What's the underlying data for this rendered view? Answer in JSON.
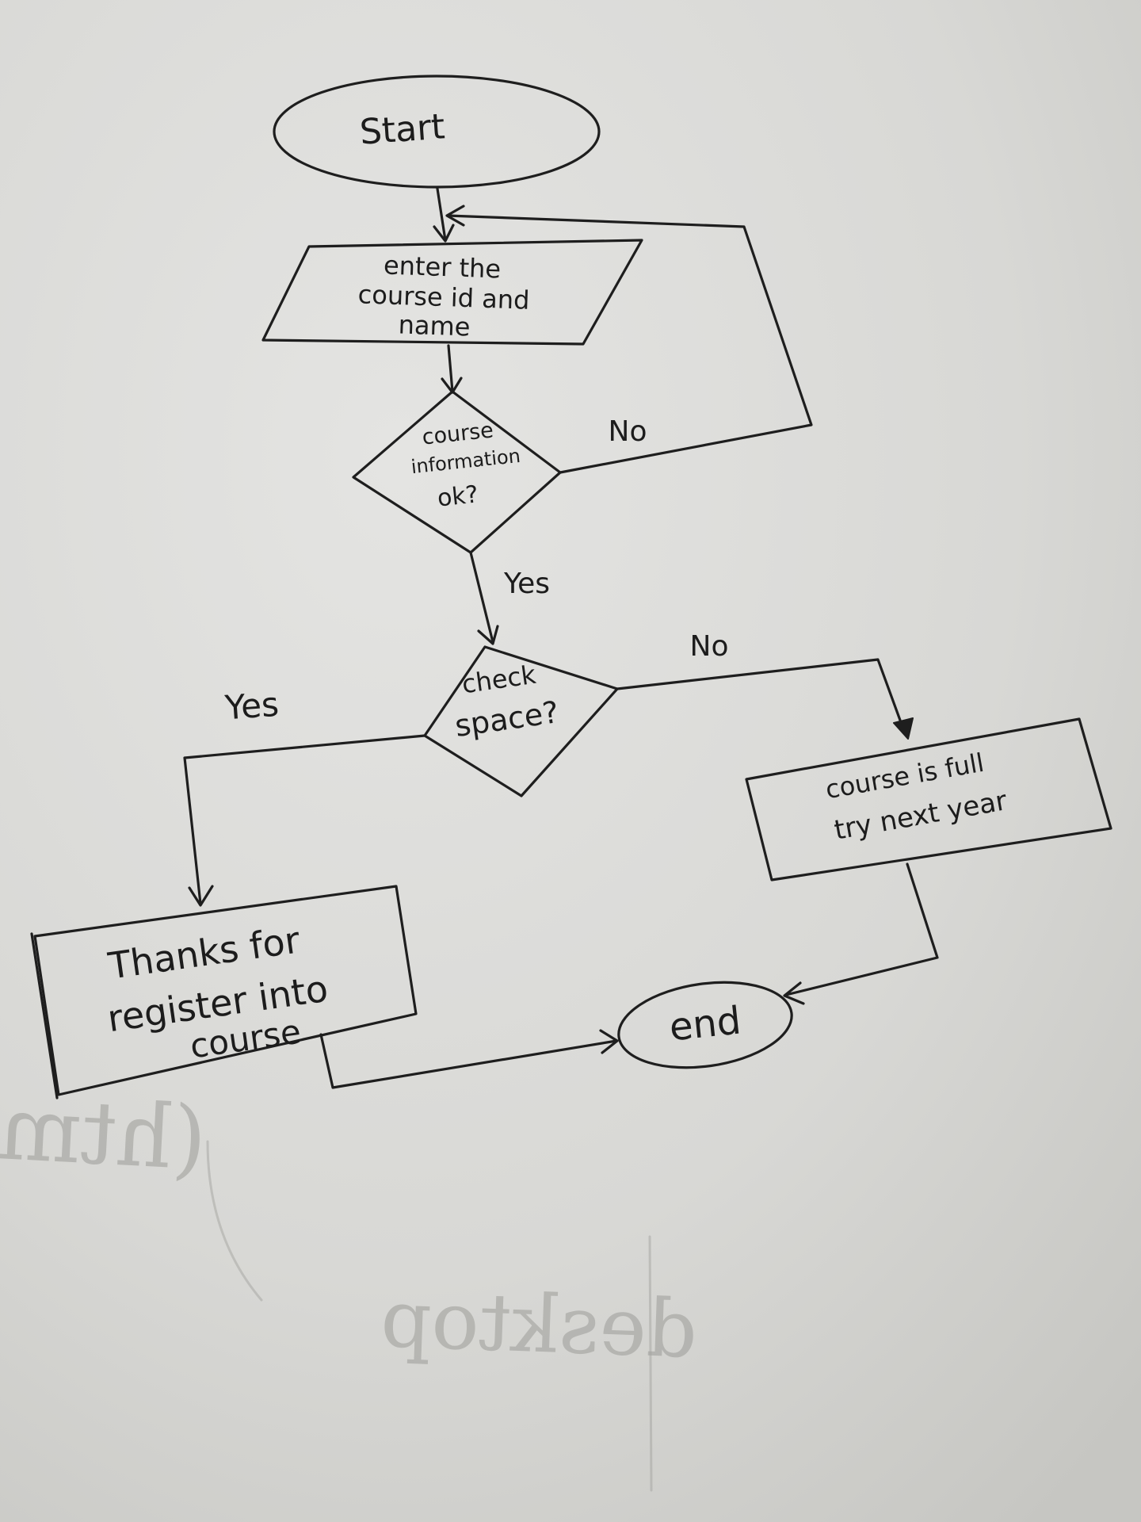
{
  "diagram": {
    "start": "Start",
    "input": {
      "line1": "enter the",
      "line2": "course id and",
      "line3": "name"
    },
    "decision1": {
      "line1": "course",
      "line2": "information",
      "line3": "ok?"
    },
    "decision1_no": "No",
    "decision1_yes": "Yes",
    "decision2": {
      "line1": "check",
      "line2": "space?"
    },
    "decision2_no": "No",
    "decision2_yes": "Yes",
    "full_box": {
      "line1": "course is full",
      "line2": "try next year"
    },
    "thanks_box": {
      "line1": "Thanks for",
      "line2": "register into",
      "line3": "course"
    },
    "end": "end"
  },
  "show_through": {
    "line1": "(html.javascript.html)",
    "line2": "desktop"
  },
  "colors": {
    "paper": "#d9d9d6",
    "ink": "#1e1e1e",
    "show_through": "#9c9c98"
  }
}
